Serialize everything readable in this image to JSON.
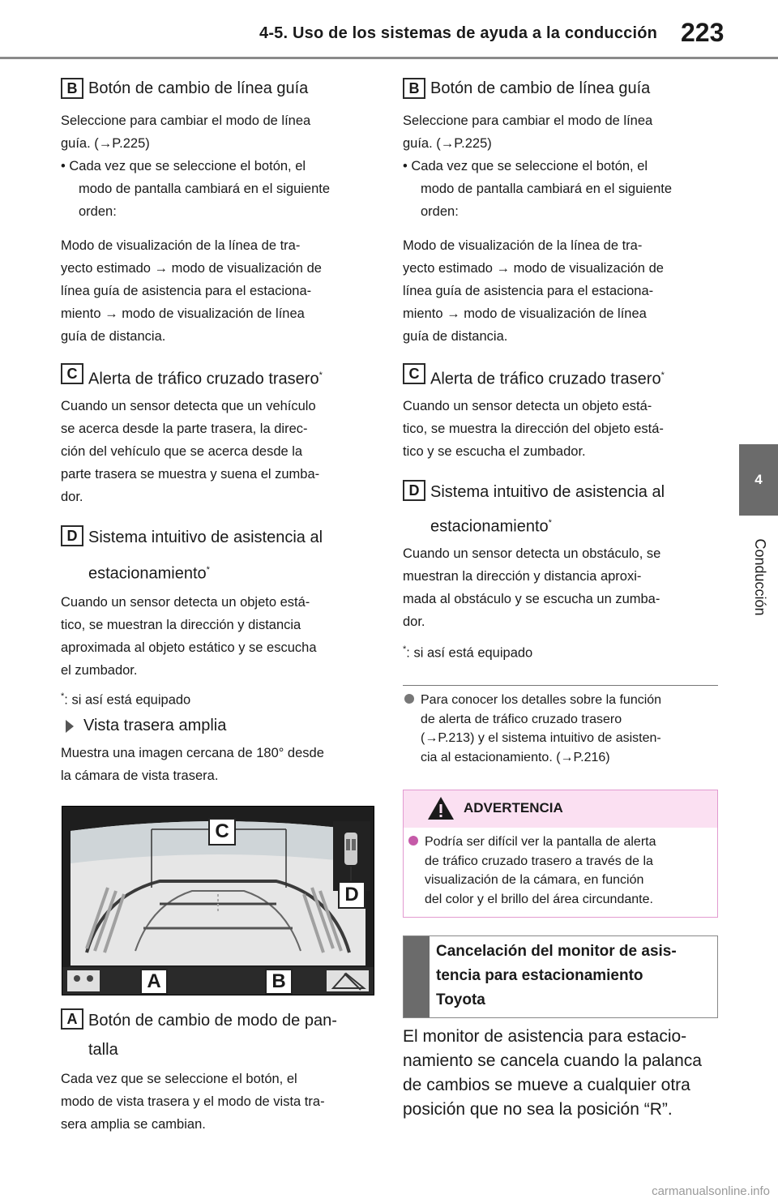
{
  "header": {
    "section": "4-5. Uso de los sistemas de ayuda a la conducción",
    "page": "223"
  },
  "side_tab": {
    "number": "4",
    "label": "Conducción"
  },
  "left": {
    "b_key": "B",
    "b_title": "Botón de cambio de línea guía",
    "b_p1a": "Seleccione para cambiar el modo de línea",
    "b_p1b": "guía. (→P.225)",
    "b_bullet_a": "• Cada vez que se seleccione el botón, el",
    "b_bullet_b": "modo de pantalla cambiará en el siguiente",
    "b_bullet_c": "orden:",
    "b_p2a": "Modo de visualización de la línea de tra-",
    "b_p2b": "yecto estimado → modo de visualización de",
    "b_p2c": "línea guía de asistencia para el estaciona-",
    "b_p2d": "miento → modo de visualización de línea",
    "b_p2e": "guía de distancia.",
    "c_key": "C",
    "c_title": "Alerta de tráfico cruzado trasero",
    "c_p1": "Cuando un sensor detecta que un vehículo",
    "c_p2": "se acerca desde la parte trasera, la direc-",
    "c_p3": "ción del vehículo que se acerca desde la",
    "c_p4": "parte trasera se muestra y suena el zumba-",
    "c_p5": "dor.",
    "d_key": "D",
    "d_title1": "Sistema intuitivo de asistencia al",
    "d_title2": "estacionamiento",
    "d_p1": "Cuando un sensor detecta un objeto está-",
    "d_p2": "tico, se muestran la dirección y distancia",
    "d_p3": "aproximada al objeto estático y se escucha",
    "d_p4": "el zumbador.",
    "footnote": ": si así está equipado",
    "wide_title": "Vista trasera amplia",
    "wide_p1": "Muestra una imagen cercana de 180° desde",
    "wide_p2": "la cámara de vista trasera.",
    "a_key": "A",
    "a_title1": "Botón de cambio de modo de pan-",
    "a_title2": "talla",
    "a_p1": "Cada vez que se seleccione el botón, el",
    "a_p2": "modo de vista trasera y el modo de vista tra-",
    "a_p3": "sera amplia se cambian."
  },
  "camera": {
    "label_a": "A",
    "label_b": "B",
    "label_c": "C",
    "label_d": "D"
  },
  "right": {
    "b_key": "B",
    "b_title": "Botón de cambio de línea guía",
    "b_p1a": "Seleccione para cambiar el modo de línea",
    "b_p1b": "guía. (→P.225)",
    "b_bullet_a": "• Cada vez que se seleccione el botón, el",
    "b_bullet_b": "modo de pantalla cambiará en el siguiente",
    "b_bullet_c": "orden:",
    "b_p2a": "Modo de visualización de la línea de tra-",
    "b_p2b": "yecto estimado → modo de visualización de",
    "b_p2c": "línea guía de asistencia para el estaciona-",
    "b_p2d": "miento → modo de visualización de línea",
    "b_p2e": "guía de distancia.",
    "c_key": "C",
    "c_title": "Alerta de tráfico cruzado trasero",
    "c_p1": "Cuando un sensor detecta un objeto está-",
    "c_p2": "tico, se muestra la dirección del objeto está-",
    "c_p3": "tico y se escucha el zumbador.",
    "d_key": "D",
    "d_title1": "Sistema intuitivo de asistencia al",
    "d_title2": "estacionamiento",
    "d_p1": "Cuando un sensor detecta un obstáculo, se",
    "d_p2": "muestran la dirección y distancia aproxi-",
    "d_p3": "mada al obstáculo y se escucha un zumba-",
    "d_p4": "dor.",
    "footnote": ": si así está equipado",
    "note1": "Para conocer los detalles sobre la función",
    "note2": "de alerta de tráfico cruzado trasero",
    "note3": "(→P.213) y el sistema intuitivo de asisten-",
    "note4": "cia al estacionamiento. (→P.216)",
    "warn_title": "ADVERTENCIA",
    "warn1": "Podría ser difícil ver la pantalla de alerta",
    "warn2": "de tráfico cruzado trasero a través de la",
    "warn3": "visualización de la cámara, en función",
    "warn4": "del color y el brillo del área circundante.",
    "cancel1": "Cancelación del monitor de asis-",
    "cancel2": "tencia para estacionamiento",
    "cancel3": "Toyota",
    "final1": "El monitor de asistencia para estacio-",
    "final2": "namiento se cancela cuando la palanca",
    "final3": "de cambios se mueve a cualquier otra",
    "final4": "posición que no sea la posición “R”."
  },
  "watermark": "carmanualsonline.info"
}
